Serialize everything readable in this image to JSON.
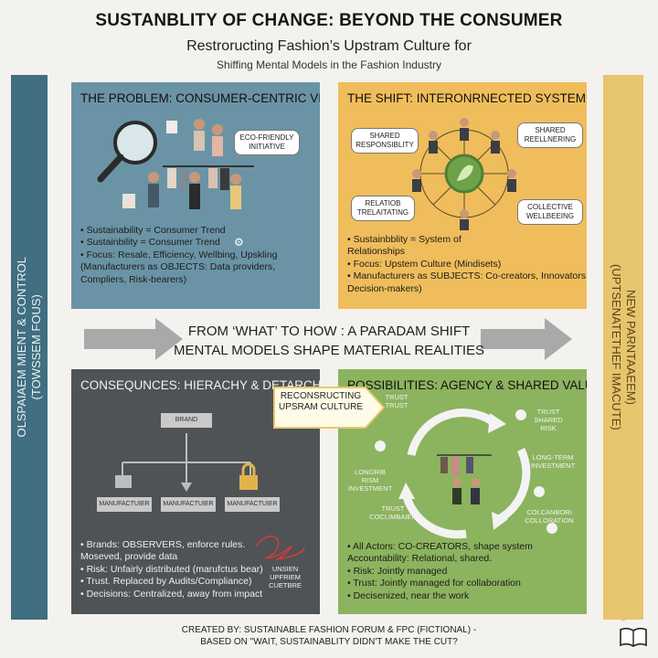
{
  "header": {
    "title": "SUSTANBLITY OF CHANGE: BEYOND THE CONSUMER",
    "subtitle": "Restroructing Fashion’s Upstram Culture for",
    "tagline": "Shiffing Mental Models in the Fashion Industry"
  },
  "left_sidebar": {
    "line1": "OLSPAIAEM MIENT & CONTROL",
    "line2": "(TOWSSEM FOUS)"
  },
  "right_sidebar": {
    "line1": "NEW  PARNTAAEEM)",
    "line2": "(UPTSENATETHEF IMACUTE)"
  },
  "problem": {
    "title": "THE PROBLEM: CONSUMER-CENTRIC VIEW",
    "callout": "ECO-FRIENDLY INITIATIVE",
    "bullets": [
      "• Sustainability = Consumer Trend",
      "• Sustainbility = Consumer Trend",
      "• Focus: Resale, Efficiency, Wellbing, Upskling",
      "(Manufacturers as OBJECTS: Data providers,",
      "Compliers, Risk-bearers)"
    ]
  },
  "shift": {
    "title": "THE SHIFT: INTERONRNECTED SYSTEM",
    "labels": {
      "tl": "SHARED RESPONSIBLITY",
      "tr": "SHARED REELLNERING",
      "bl": "RELATIOB TRELAITATING",
      "br": "COLLECTIVE WELLBEEING"
    },
    "bullets": [
      "• Sustainbblity = System of",
      "Relationships",
      "• Focus: Upstem Culture (Mindisets)",
      "• Manufacturers as SUBJECTS: Co-creators, Innovators,",
      "Decision-makers)"
    ]
  },
  "middle": {
    "line1": "FROM ‘WHAT’ TO  HOW : A PARADAM SHIFT",
    "line2": "MENTAL MODELS SHAPE MATERIAL REALITIES"
  },
  "consequences": {
    "title": "CONSEQUNCES: HIERACHY & DETARCHENT",
    "brand": "BRAND",
    "manufacturers": [
      "MANUFACTUIER",
      "MANUFACTUIER",
      "MANUFACTUIER"
    ],
    "scribble_label": "UNSIEN UPFRIEM CUETBRE",
    "bullets": [
      "• Brands: OBSERVERS, enforce rules.",
      "Moseved, provide data",
      "• Risk: Unfairly distributed (marufctus bear)",
      "• Trust. Replaced by Audits/Compliance)",
      "• Decisions: Centralized, away from impact"
    ]
  },
  "reconstructing": {
    "line1": "RECONSRUCTING",
    "line2": "UPSRAM CULTURE"
  },
  "possibilities": {
    "title": "POSSIBILITIES: AGENCY & SHARED VALUE",
    "labels": {
      "trust": "TRUST TRUST",
      "trust_shared_risk": "TRUST SHARED RISK",
      "longer_risk": "LONGRIB RISM INVESTMENT",
      "long_term": "LONG-TERM INVESTMENT",
      "trust_coll": "TRUST COCLIMBAIEN",
      "collab": "COLCANBORI COLLORATION"
    },
    "bullets": [
      "• All Actors: CO-CREATORS, shape system",
      "Accountability: Relational, shared.",
      "• Risk: Jointly managed",
      "• Trust: Jointly managed for collaboration",
      "• Decisenized, near the work"
    ]
  },
  "footer": {
    "line1": "CREATED BY: SUSTAINABLE FASHION FORUM & FPC (FICTIONAL) -",
    "line2": "BASED ON \"WAIT, SUSTAINABLITY DIDN'T MAKE THE CUT?"
  },
  "colors": {
    "problem": "#6a94a5",
    "shift": "#efbd5b",
    "consequences": "#505356",
    "possibilities": "#8cb35e",
    "left_bar": "#3f6f80",
    "right_bar": "#e7c56e"
  }
}
